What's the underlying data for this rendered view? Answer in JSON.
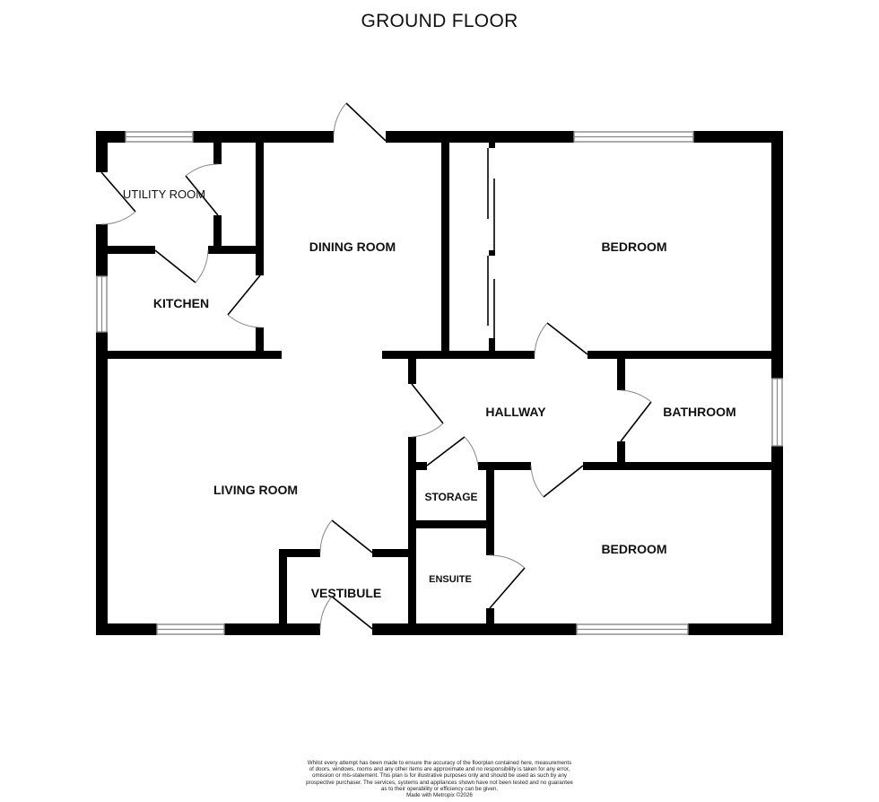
{
  "header": {
    "title": "GROUND FLOOR"
  },
  "rooms": {
    "utility_room": "UTILITY ROOM",
    "kitchen": "KITCHEN",
    "dining_room": "DINING ROOM",
    "bedroom_1": "BEDROOM",
    "hallway": "HALLWAY",
    "bathroom": "BATHROOM",
    "living_room": "LIVING ROOM",
    "storage": "STORAGE",
    "bedroom_2": "BEDROOM",
    "vestibule": "VESTIBULE",
    "ensuite": "ENSUITE"
  },
  "footer": {
    "disclaimer_lines": [
      "Whilst every attempt has been made to ensure the accuracy of the floorplan contained here, measurements",
      "of doors, windows, rooms and any other items are approximate and no responsibility is taken for any error,",
      "omission or mis-statement. This plan is for illustrative purposes only and should be used as such by any",
      "prospective purchaser. The services, systems and appliances shown have not been tested and no guarantee",
      "as to their operability or efficiency can be given."
    ],
    "credit": "Made with Metropix ©2026"
  },
  "colors": {
    "wall": "#000000",
    "window": "#888888",
    "background": "#ffffff"
  }
}
